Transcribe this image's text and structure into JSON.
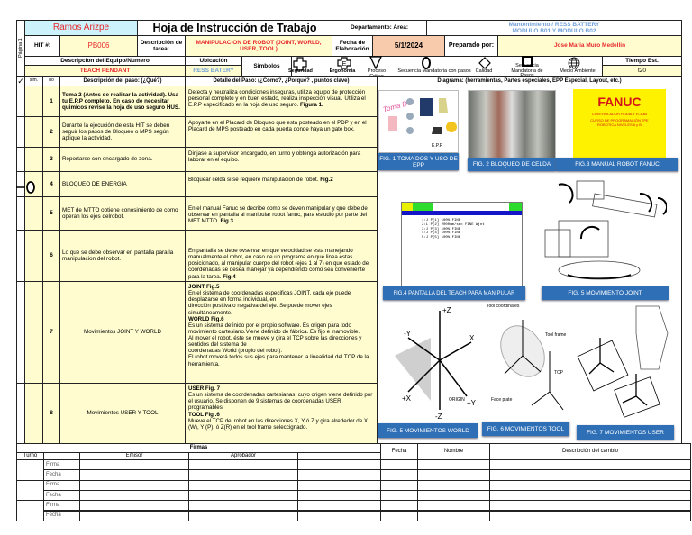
{
  "header": {
    "plant": "Ramos Arizpe",
    "title": "Hoja de Instrucción de Trabajo",
    "dept_label": "Departamento: Area:",
    "dept_value_1": "Mantenimiento / RESS BATTERY",
    "dept_value_2": "MODULO B01 Y MODULO B02",
    "hit_label": "HIT #:",
    "hit_value": "PB006",
    "task_label": "Descripción de tarea:",
    "task_value": "MANIPULACION DE ROBOT (JOINT, WORLD, USER, TOOL)",
    "date_label": "Fecha de Elaboración",
    "date_value": "5/1/2024",
    "prepared_label": "Preparado por:",
    "prepared_value": "Jose Maria Muro Medellin",
    "page_label": "Página 1",
    "equip_label": "Descripcion del Equipo/Numero",
    "equip_value": "TEACH PENDANT",
    "location_label": "Ubicación",
    "location_value": "RESS BATERY",
    "symbols_label": "Simbolos",
    "time_label": "Tiempo Est.",
    "time_value": "t20"
  },
  "symbols": [
    {
      "icon": "cross-icon",
      "label": "Seguridad"
    },
    {
      "icon": "ergonomy-icon",
      "label": "Ergonomia"
    },
    {
      "icon": "triangle-down-icon",
      "label": "Proceso Critico"
    },
    {
      "icon": "ellipse-icon",
      "label": "Secuencia Mandatoria con pasos"
    },
    {
      "icon": "diamond-icon",
      "label": "Calidad"
    },
    {
      "icon": "square-icon",
      "label": "Secuencia Mandatoria de Pasos"
    },
    {
      "icon": "globe-icon",
      "label": "Medio Ambiente"
    }
  ],
  "columns": {
    "check": "✓",
    "sim": "sim.",
    "no": "no",
    "desc": "Descripción del paso: (¿Qué?)",
    "detail": "Detalle del Paso: (¿Cómo?, ¿Porqué? , puntos clave)",
    "diagram": "Diagrama: (herramientas, Partes especiales, EPP Especial, Layout, etc.)"
  },
  "steps": [
    {
      "no": "1",
      "desc": "Toma 2 (Antes de realizar la actividad). Usa tu E.P.P completo. En caso de necesitar quimicos revise la hoja de uso seguro HUS.",
      "detail": "Detecta y neutraliza condiciones inseguras, utiliza equipo de protección personal completo y en buen estado, realiza inspección visual. Utiliza el E.P.P especificado en la hoja de uso seguro.",
      "detail_bold": "Figura 1."
    },
    {
      "no": "2",
      "desc": "Durante la ejecución de esta HIT se deben seguir los pasos de Bloqueo o MPS según aplique la actividad.",
      "detail": "Apoyarte en el Placard de Bloqueo que esta posteado en el PDP y en el Placard de MPS posteado en cada puerta donde haya un gate box."
    },
    {
      "no": "3",
      "desc": "Reportarse con encargado de zona.",
      "detail": "Dirijase a supervisor encargado, en turno y obtenga autorización para laborar en el equipo."
    },
    {
      "no": "4",
      "desc": "BLOQUEO DE ENERGIA",
      "detail": "Bloquear celda si se requiere manipulacion de robot.",
      "detail_bold": "Fig.2"
    },
    {
      "no": "5",
      "desc": "MET de MTTO obtiene conosimiento de como operan los ejes delrobot.",
      "detail": "En el manual Fanuc se decribe como se deven manipular y que debe de observar en pantalla al manipular robot fanuc, para estudio por parte del MET MTTO.",
      "detail_bold": "Fig.3"
    },
    {
      "no": "6",
      "desc": "Lo que se debe observar en pantalla para la manipulacion del robot.",
      "detail": "En pantalla se debe ovservar en que velocidad se esta manejando manualmente el robot, en caso de un programa en que linea estas posicionado, al manipular cuerpo del robot (ejes 1 al 7) en que estado de coordenadas se desea manejar ya dependiendo como sea conveniente para la tarea.",
      "detail_bold": "Fig.4"
    },
    {
      "no": "7",
      "desc": "Movimientos JOINT Y WORLD",
      "lines": [
        {
          "b": "JOINT Fig.5"
        },
        {
          "t": "En el sistema de coordenadas especificas JOINT, cada eje puede desplazarse en forma individual, en"
        },
        {
          "t": "dirección positiva o negativa del eje. Se puede mover ejes simultáneamente."
        },
        {
          "b": "WORLD Fig.6"
        },
        {
          "t": "Es un sistema definido por el propio software. Es origen para todo movimiento cartesiano.Viene definido de fábrica. Es fijo e inamovible."
        },
        {
          "t": "Al mover el robot, éste se mueve y gira el TCP sobre las direcciones y sentidos del sistema de"
        },
        {
          "t": "coordenadas World (propio del robot)."
        },
        {
          "t": "El robot moverá todos sus ejes para mantener la linealidad del TCP de la herramienta."
        }
      ]
    },
    {
      "no": "8",
      "desc": "Movimientos USER Y TOOL",
      "lines": [
        {
          "b": "USER Fig. 7"
        },
        {
          "t": "Es un sistema de coordenadas cartesianas, cuyo origen viene definido por el usuario. Se disponen de 9 sistemas de coordenadas USER programables."
        },
        {
          "b": "TOOL  Fig .6"
        },
        {
          "t": "Mueve el TCP del robot en las direcciones X, Y ó Z  y gira alrededor de X (W), Y (P), ó Z(R) en el tool frame seleccignado."
        }
      ]
    }
  ],
  "figures": {
    "fig1": "FIG. 1 TOMA DOS Y USO DE EPP",
    "fig2": "FIG. 2 BLOQUEO DE CELDA",
    "fig3": "FIG.3 MANUAL ROBOT FANUC",
    "fanuc_logo": "FANUC",
    "fanuc_sub1": "CONTROLADOR R-30iA Y R-30iB",
    "fanuc_sub2": "CURSO DE PROGRAMACIÓN TPE ROBOTICA NIVELES A y B",
    "fig4": "FIG.4  PANTALLA DEL TEACH PARA MANIPULAR",
    "fig5": "FIG. 5 MOVIMIENTO JOINT",
    "fig5w": "FIG. 5 MOVIMIENTOS WORLD",
    "fig6": "FIG. 6 MOVIMIENTOS TOOL",
    "fig7": "FIG. 7 MOVIMIENTOS USER",
    "teach_lines": [
      "1:J  P[1]  100% FINE",
      "2:L  P[2]  2000mm/sec FINE Wjnt",
      "3:J  P[3]  100% FINE",
      "4:J  P[4]  100% FINE",
      "5:J  P[5]  100% FINE"
    ],
    "world_labels": {
      "z": "+Z",
      "x": "X",
      "y": "+Y",
      "nx": "+X",
      "ny": "-Y",
      "nz": "-Z",
      "origin": "ORIGIN"
    },
    "tool_labels": {
      "coord": "Tool coordinates",
      "frame": "Tool frame",
      "face": "Face plate",
      "tcp": "TCP"
    }
  },
  "signatures": {
    "title": "Firmas",
    "turno": "Turno",
    "emisor": "Emisor",
    "aprobador": "Aprobador",
    "firma": "Firma",
    "fecha": "Fecha",
    "rev_fecha": "Fecha",
    "rev_nombre": "Nombre",
    "rev_desc": "Descripción del cambio"
  },
  "colors": {
    "yellow": "#fffdd0",
    "cyan": "#ccf3fb",
    "peach": "#f8cbad",
    "red": "#e8272b",
    "blue": "#6f9fd8",
    "caption": "#2f6fb6"
  }
}
